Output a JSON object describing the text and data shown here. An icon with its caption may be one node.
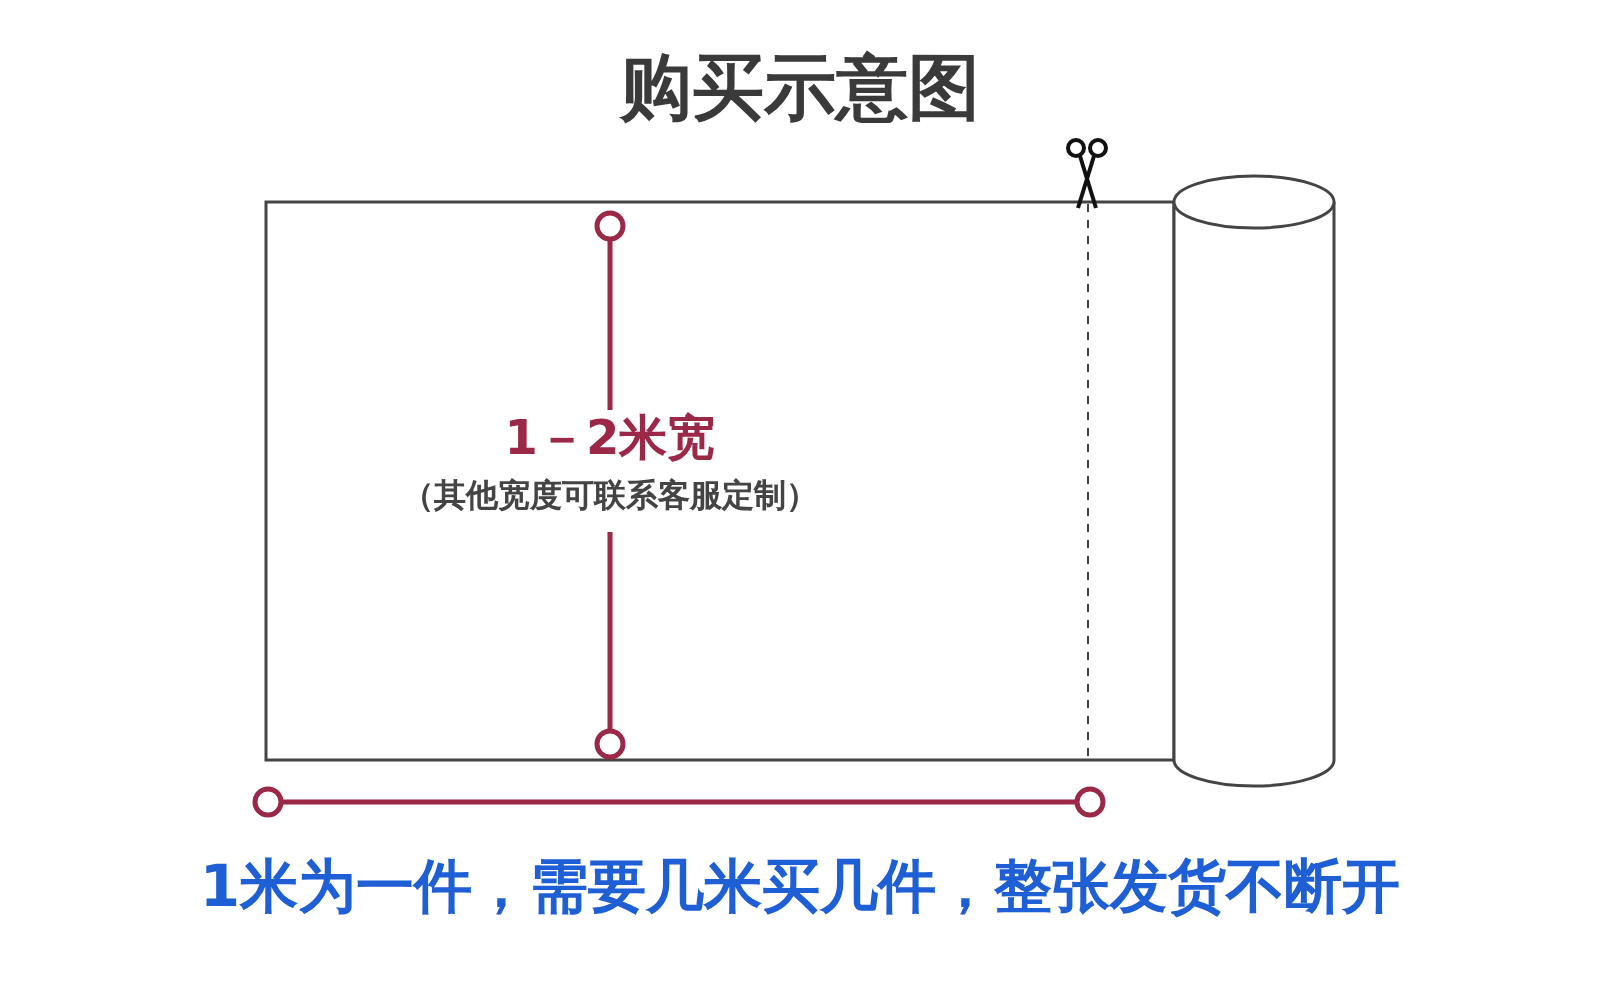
{
  "diagram": {
    "title": "购买示意图",
    "labels": [
      "1－2米宽",
      "（其他宽度可联系客服定制）",
      "1米为一件，需要几米买几件，整张发货不断开"
    ]
  }
}
